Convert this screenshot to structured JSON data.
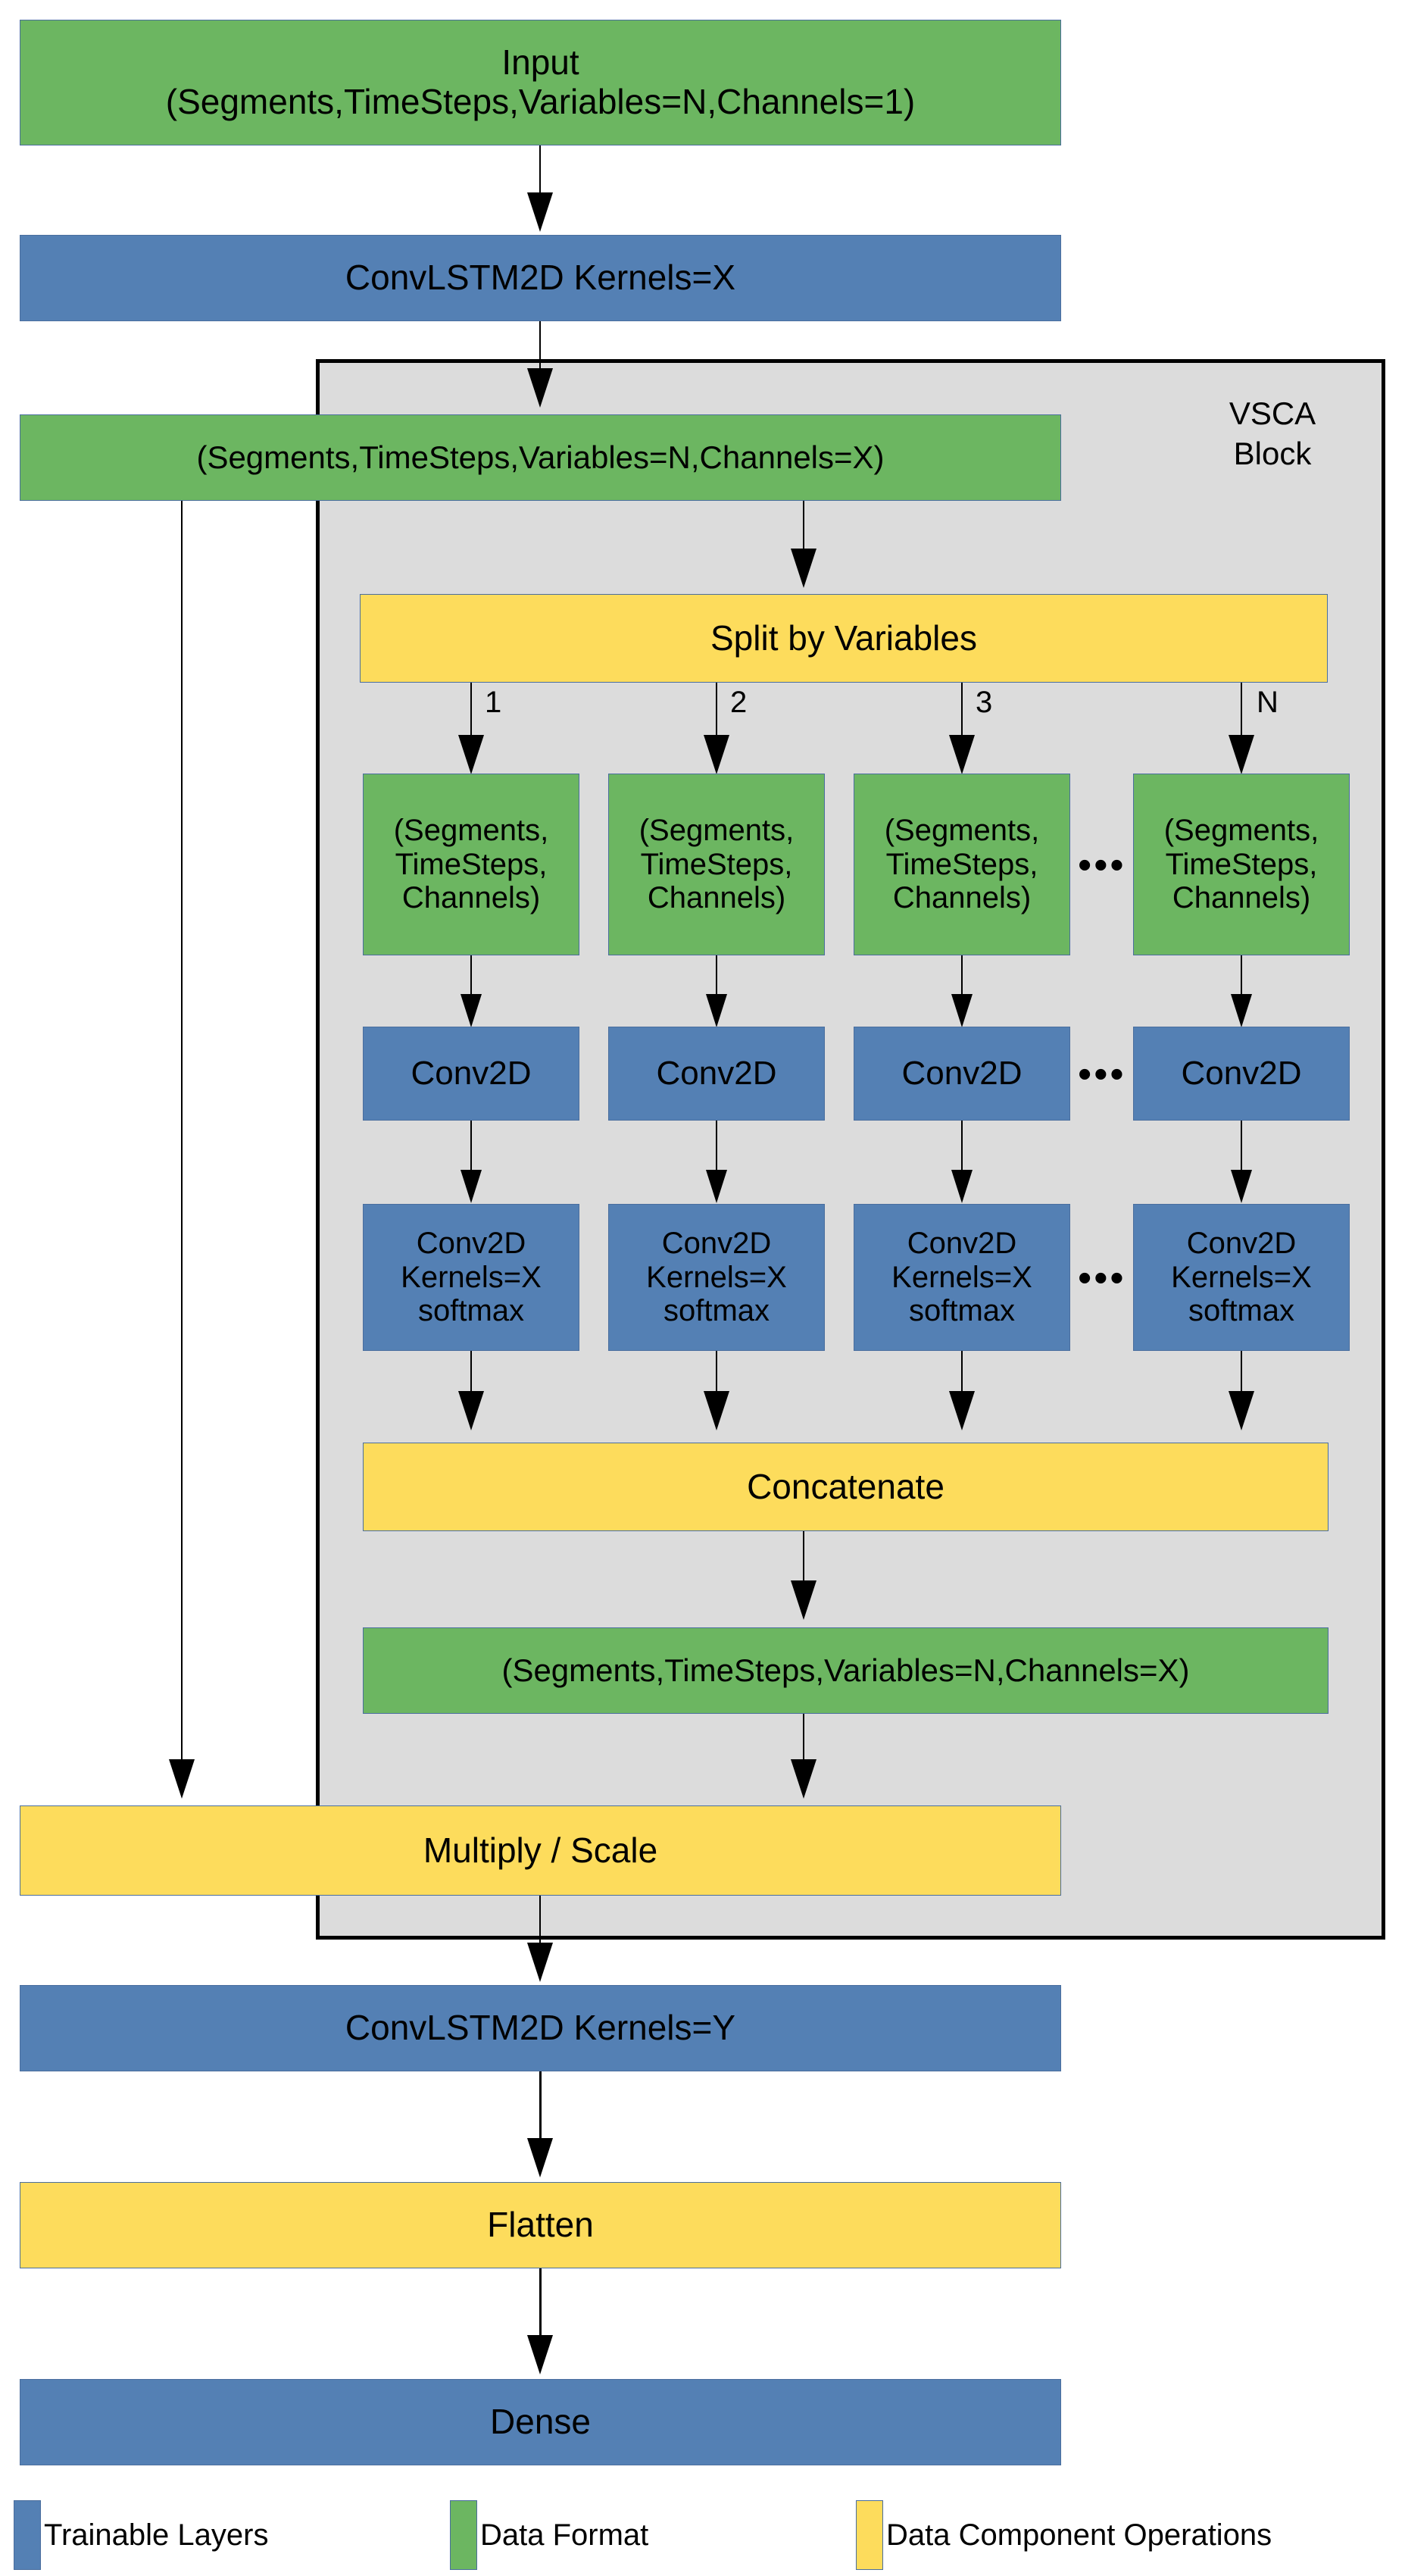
{
  "diagram": {
    "title": "VSCA Block Neural Network Architecture",
    "colors": {
      "trainable_layer": "#5480B4",
      "data_format": "#6CB661",
      "data_component_operation": "#FDDC5C",
      "block_background": "#DCDCDC",
      "block_border": "#000000"
    },
    "block_label": "VSCA\nBlock"
  },
  "nodes": {
    "input": "Input\n(Segments,TimeSteps,Variables=N,Channels=1)",
    "convlstm_x": "ConvLSTM2D Kernels=X",
    "shape_after_convlstm": "(Segments,TimeSteps,Variables=N,Channels=X)",
    "split": "Split by Variables",
    "concatenate": "Concatenate",
    "shape_after_concat": "(Segments,TimeSteps,Variables=N,Channels=X)",
    "multiply_scale": "Multiply / Scale",
    "convlstm_y": "ConvLSTM2D Kernels=Y",
    "flatten": "Flatten",
    "dense": "Dense"
  },
  "branches": [
    {
      "index_label": "1",
      "shape": "(Segments,\nTimeSteps,\nChannels)",
      "conv": "Conv2D",
      "conv_softmax": "Conv2D\nKernels=X\nsoftmax"
    },
    {
      "index_label": "2",
      "shape": "(Segments,\nTimeSteps,\nChannels)",
      "conv": "Conv2D",
      "conv_softmax": "Conv2D\nKernels=X\nsoftmax"
    },
    {
      "index_label": "3",
      "shape": "(Segments,\nTimeSteps,\nChannels)",
      "conv": "Conv2D",
      "conv_softmax": "Conv2D\nKernels=X\nsoftmax"
    },
    {
      "index_label": "N",
      "shape": "(Segments,\nTimeSteps,\nChannels)",
      "conv": "Conv2D",
      "conv_softmax": "Conv2D\nKernels=X\nsoftmax"
    }
  ],
  "ellipsis": "•••",
  "legend": {
    "items": [
      {
        "label": "Trainable Layers",
        "color": "#5480B4"
      },
      {
        "label": "Data Format",
        "color": "#6CB661"
      },
      {
        "label": "Data Component Operations",
        "color": "#FDDC5C"
      }
    ]
  }
}
